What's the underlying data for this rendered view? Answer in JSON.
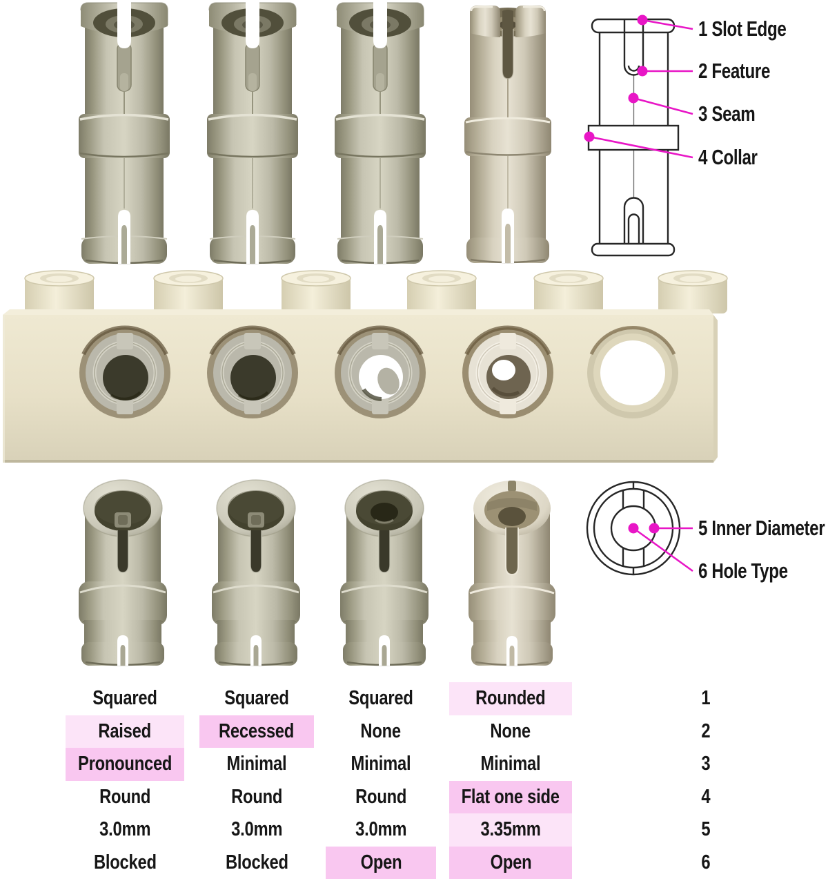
{
  "colors": {
    "accent_magenta": "#e816c6",
    "highlight_strong": "#f9c7f0",
    "highlight_light": "#fce4f8",
    "text": "#161616",
    "background": "#ffffff",
    "pin_gray": "#b9b7a7",
    "pin_tan": "#d8d2c0",
    "brick_cream": "#eae3ca"
  },
  "top_diagram": {
    "callouts": [
      {
        "label": "1 Slot Edge"
      },
      {
        "label": "2 Feature"
      },
      {
        "label": "3 Seam"
      },
      {
        "label": "4 Collar"
      }
    ]
  },
  "bottom_diagram": {
    "callouts": [
      {
        "label": "5 Inner Diameter"
      },
      {
        "label": "6 Hole Type"
      }
    ]
  },
  "comparison_table": {
    "feature_numbers": [
      "1",
      "2",
      "3",
      "4",
      "5",
      "6"
    ],
    "pins": [
      {
        "values": [
          "Squared",
          "Raised",
          "Pronounced",
          "Round",
          "3.0mm",
          "Blocked"
        ],
        "highlights": [
          "none",
          "light",
          "strong",
          "none",
          "none",
          "none"
        ]
      },
      {
        "values": [
          "Squared",
          "Recessed",
          "Minimal",
          "Round",
          "3.0mm",
          "Blocked"
        ],
        "highlights": [
          "none",
          "strong",
          "none",
          "none",
          "none",
          "none"
        ]
      },
      {
        "values": [
          "Squared",
          "None",
          "Minimal",
          "Round",
          "3.0mm",
          "Open"
        ],
        "highlights": [
          "none",
          "none",
          "none",
          "none",
          "none",
          "strong"
        ]
      },
      {
        "values": [
          "Rounded",
          "None",
          "Minimal",
          "Flat one side",
          "3.35mm",
          "Open"
        ],
        "highlights": [
          "light",
          "none",
          "none",
          "strong",
          "light",
          "strong"
        ]
      }
    ]
  }
}
